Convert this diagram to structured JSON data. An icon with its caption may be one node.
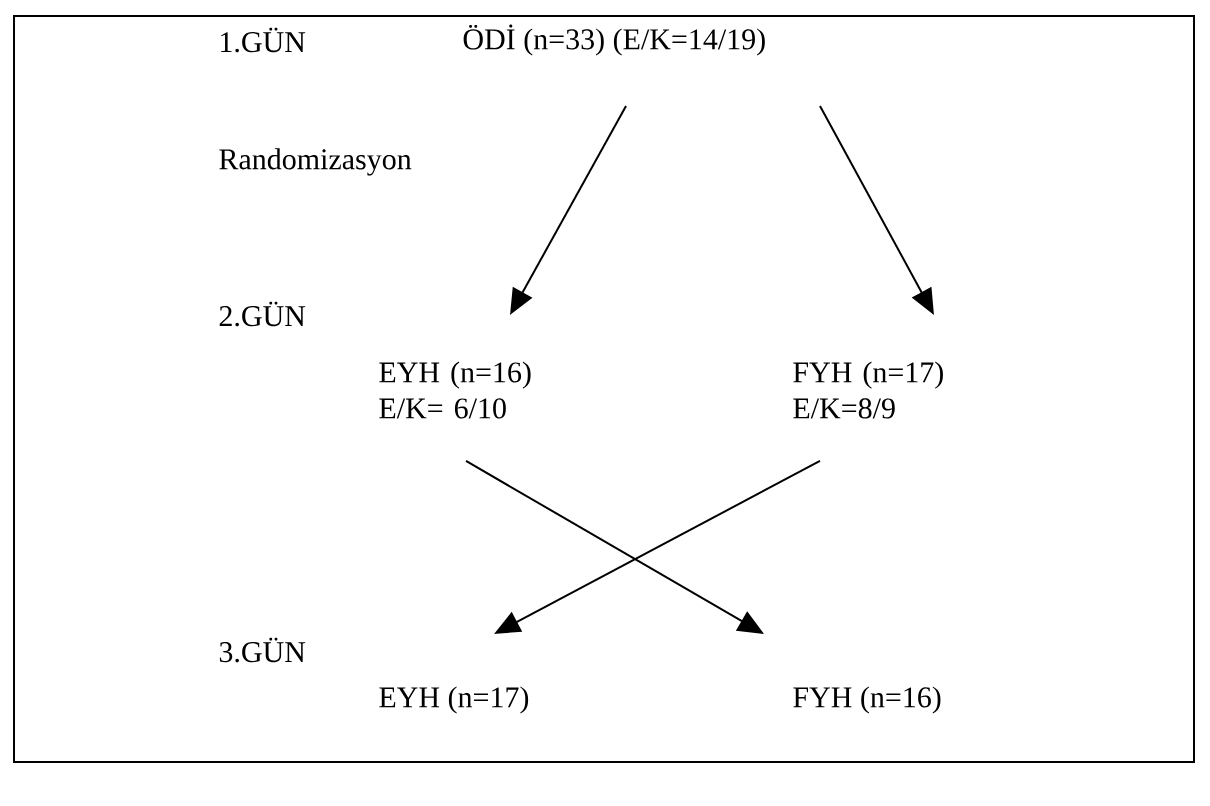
{
  "diagram": {
    "nodes": [
      {
        "text": [
          "ÖDİ (n=33) (E/K=14/19)"
        ]
      },
      {
        "text": [
          "EYH (n=16) E/K= 6/10"
        ]
      },
      {
        "text": [
          "FYH (n=17) E/K=8/9"
        ]
      },
      {
        "text": [
          "EYH (n=17)"
        ]
      },
      {
        "text": [
          "FYH (n=16)"
        ]
      }
    ],
    "edges": [
      {
        "from": 0,
        "to": 1,
        "arrow": "to"
      },
      {
        "from": 0,
        "to": 2,
        "arrow": "to"
      },
      {
        "from": 1,
        "to": 4,
        "arrow": "to"
      },
      {
        "from": 2,
        "to": 3,
        "arrow": "to"
      }
    ],
    "labels": [
      "1.GÜN",
      "Randomizasyon",
      "2.GÜN",
      "3.GÜN"
    ]
  }
}
